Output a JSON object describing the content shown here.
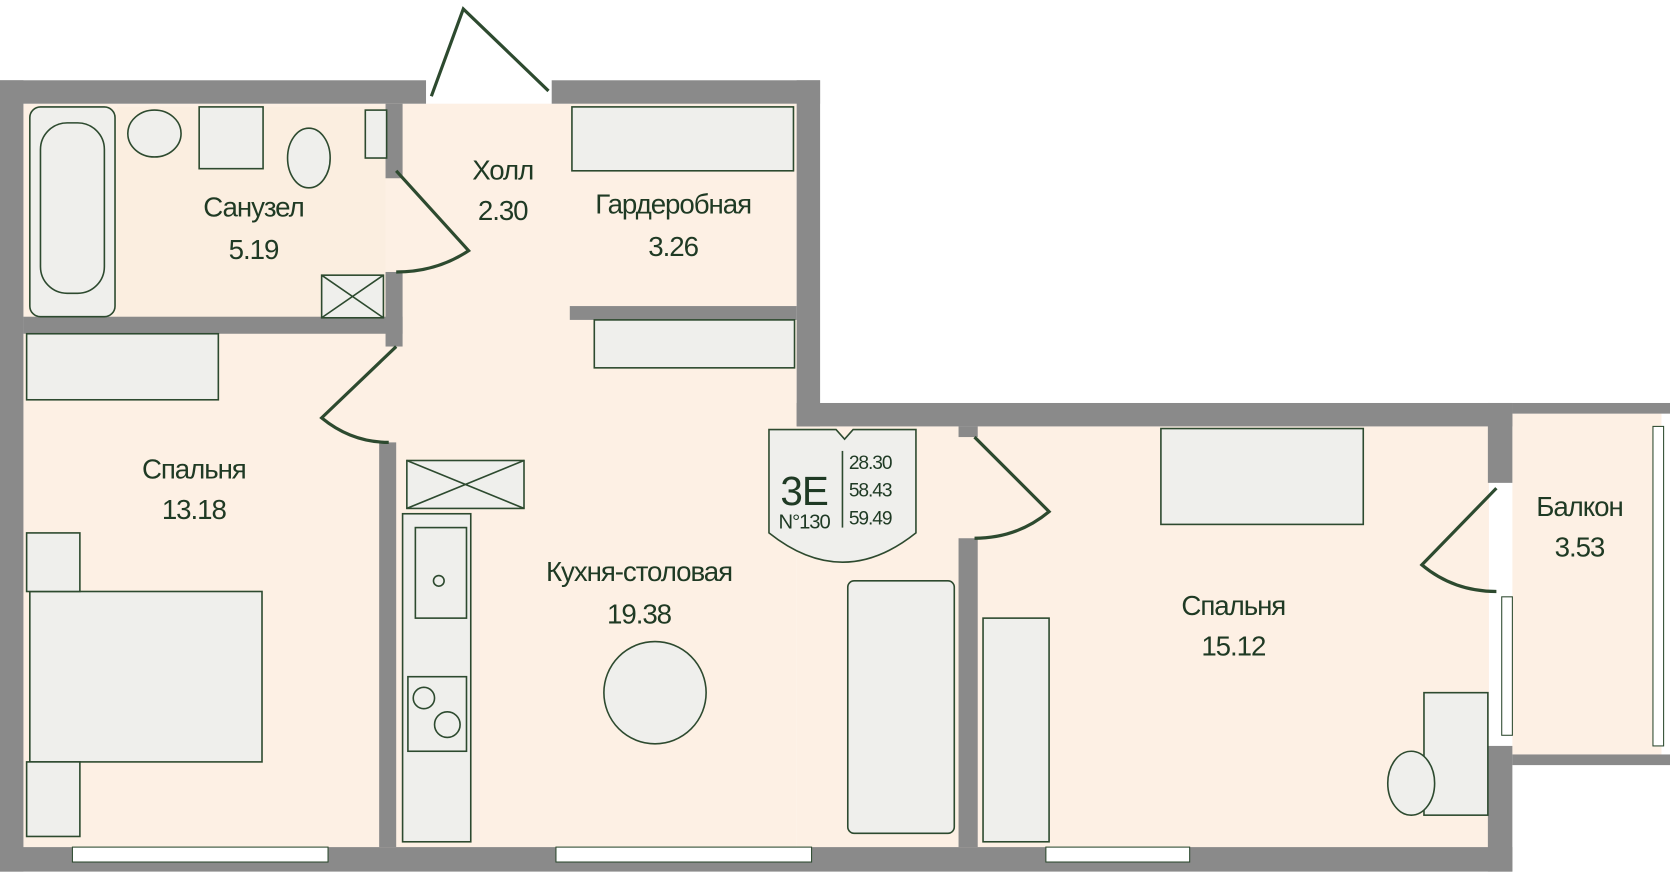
{
  "apartment": {
    "type": "3E",
    "number": "N°130",
    "areas": [
      "28.30",
      "58.43",
      "59.49"
    ]
  },
  "rooms": [
    {
      "name": "Санузел",
      "area": "5.19"
    },
    {
      "name": "Холл",
      "area": "2.30"
    },
    {
      "name": "Гардеробная",
      "area": "3.26"
    },
    {
      "name": "Спальня",
      "area": "13.18"
    },
    {
      "name": "Кухня-столовая",
      "area": "19.38"
    },
    {
      "name": "Спальня",
      "area": "15.12"
    },
    {
      "name": "Балкон",
      "area": "3.53"
    }
  ],
  "colors": {
    "wall": "#8a8a8a",
    "floor": "#fdf0e4",
    "text": "#1f3a24"
  }
}
